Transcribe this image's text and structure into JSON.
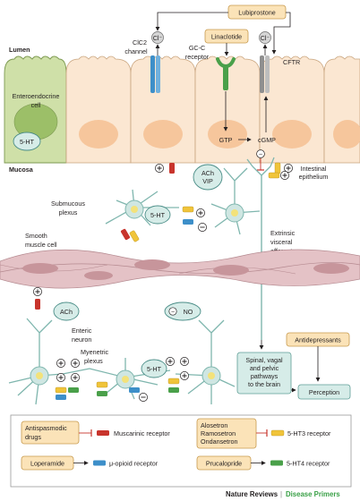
{
  "labels": {
    "lumen": "Lumen",
    "mucosa": "Mucosa",
    "enteroendocrine_line1": "Enteroendocrine",
    "enteroendocrine_line2": "cell",
    "ht_cell": "5-HT",
    "clc2_line1": "ClC2",
    "clc2_line2": "channel",
    "gcc_line1": "GC-C",
    "gcc_line2": "receptor",
    "cftr": "CFTR",
    "cl1": "Cl⁻",
    "cl2": "Cl⁻",
    "gtp": "GTP",
    "cgmp": "cGMP",
    "minus_cgmp": "−",
    "intestinal_line1": "Intestinal",
    "intestinal_line2": "epithelium",
    "ach_vip_line1": "ACh",
    "ach_vip_line2": "VIP",
    "submucous_line1": "Submucous",
    "submucous_line2": "plexus",
    "smooth_line1": "Smooth",
    "smooth_line2": "muscle cell",
    "ht_sub": "5-HT",
    "extrinsic_line1": "Extrinsic",
    "extrinsic_line2": "visceral",
    "extrinsic_line3": "afferent",
    "ach_myen": "ACh",
    "no": "NO",
    "minus_no": "−",
    "enteric_line1": "Enteric",
    "enteric_line2": "neuron",
    "myenteric_line1": "Myenetric",
    "myenteric_line2": "plexus",
    "ht_myen": "5-HT",
    "spinal_line1": "Spinal, vagal",
    "spinal_line2": "and pelvic",
    "spinal_line3": "pathways",
    "spinal_line4": "to the brain",
    "perception": "Perception",
    "plus": "+",
    "minus": "−"
  },
  "drugs": {
    "lubiprostone": "Lubiprostone",
    "linaclotide": "Linaclotide",
    "antidepressants": "Antidepressants"
  },
  "legend": {
    "antispasmodic_line1": "Antispasmodic",
    "antispasmodic_line2": "drugs",
    "muscarinic": "Muscarinic receptor",
    "alosetron": "Alosetron",
    "ramosetron": "Ramosetron",
    "ondansetron": "Ondansetron",
    "ht3": "5-HT3 receptor",
    "loperamide": "Loperamide",
    "mu_opioid": "μ-opioid receptor",
    "prucalopride": "Prucalopride",
    "ht4": "5-HT4 receptor"
  },
  "footer": {
    "nature": "Nature Reviews",
    "sep": "|",
    "disease": "Disease Primers"
  },
  "colors": {
    "cell_green": "#cfe0a8",
    "cell_peach": "#fbe7d2",
    "nucleus_orange": "#f6c69c",
    "muscle": "#e4c2c6",
    "neuron": "#cfe6e2",
    "drug_box": "#fbe3b8",
    "muscarinic_red": "#c8342c",
    "ht3_yellow": "#f0c43a",
    "mu_blue": "#3d8fc9",
    "ht4_green": "#4aa04a",
    "brand_green": "#3aa047"
  }
}
